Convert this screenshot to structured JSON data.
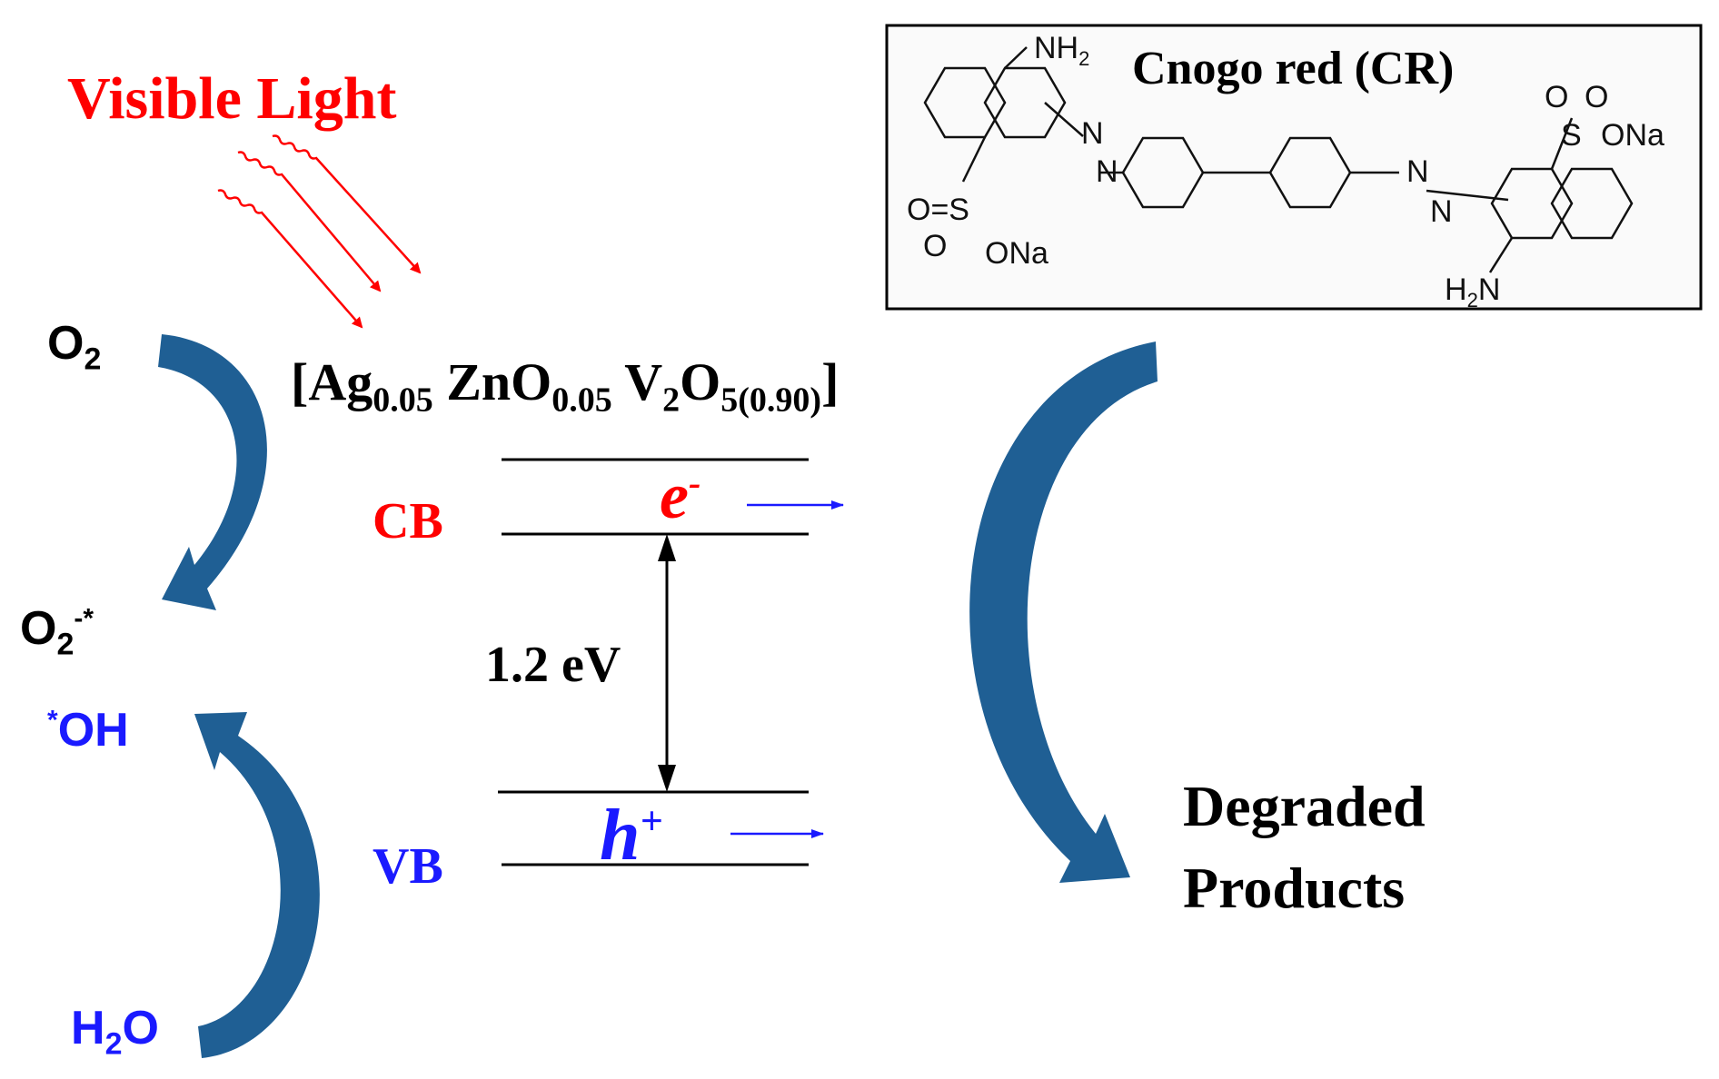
{
  "light": {
    "label": "Visible Light"
  },
  "catalyst": {
    "ag": "Ag",
    "ag_sub": "0.05",
    "zno": "ZnO",
    "zno_sub": "0.05",
    "v": "V",
    "v_sub": "2",
    "o": "O",
    "o_sub": "5(0.90)"
  },
  "bands": {
    "cb": "CB",
    "vb": "VB",
    "gap": "1.2 eV",
    "electron": "e",
    "electron_sup": "-",
    "hole": "h",
    "hole_sup": "+"
  },
  "species": {
    "o2": "O",
    "o2_sub": "2",
    "superoxide": "O",
    "superoxide_sub": "2",
    "superoxide_sup": "-*",
    "hydroxyl_sup": "*",
    "hydroxyl": "OH",
    "water_h": "H",
    "water_sub": "2",
    "water_o": "O"
  },
  "dye": {
    "title": "Cnogo red (CR)",
    "labels": {
      "nh2_top": "NH",
      "nh2_top_sub": "2",
      "n1": "N",
      "n2": "N",
      "n3": "N",
      "n4": "N",
      "so3na_left_a": "O=S",
      "so3na_left_b": "O",
      "so3na_left_c": "ONa",
      "so3na_right_a": "O",
      "so3na_right_b": "O",
      "so3na_right_c": "S",
      "so3na_right_d": "ONa",
      "h2n": "H",
      "h2n_sub": "2",
      "h2n_n": "N"
    }
  },
  "products": {
    "line1": "Degraded",
    "line2": "Products"
  },
  "colors": {
    "red": "#ff0000",
    "blue": "#1a1aff",
    "arrow_blue": "#1f5f94",
    "black": "#000000"
  }
}
